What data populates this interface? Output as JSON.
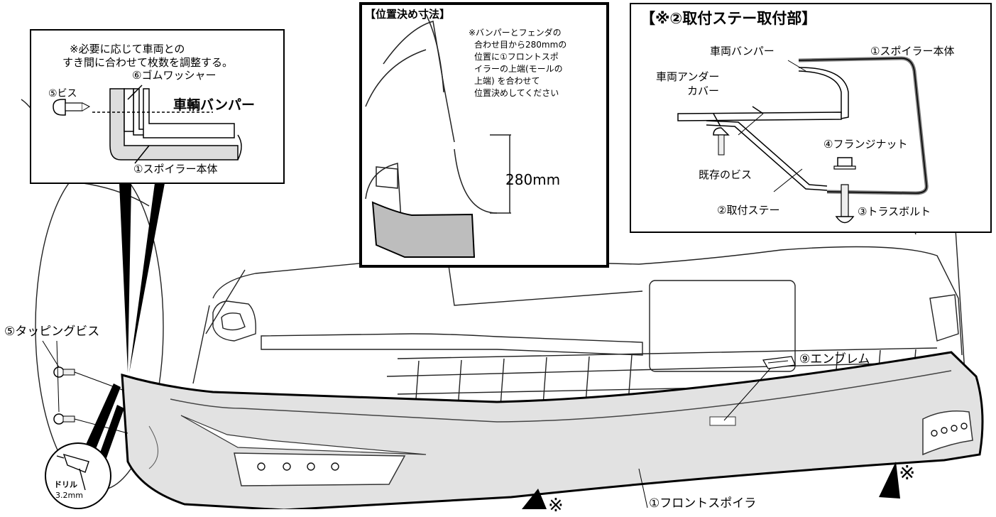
{
  "inset_left": {
    "note_line1": "※必要に応じて車両との",
    "note_line2": "すき間に合わせて枚数を調整する。",
    "rubber_washer": "⑥ゴムワッシャー",
    "screw": "⑤ビス",
    "vehicle_bumper": "車輌バンパー",
    "spoiler_body": "①スポイラー本体"
  },
  "inset_center": {
    "title": "【位置決め寸法】",
    "note_lines": [
      "※バンパーとフェンダの",
      "合わせ目から280mmの",
      "位置に①フロントスポ",
      "イラーの上端(モールの",
      "上端) を合わせて",
      "位置決めしてください"
    ],
    "dimension": "280mm"
  },
  "inset_right": {
    "title": "【※②取付ステー取付部】",
    "vehicle_bumper": "車両バンパー",
    "spoiler_body": "①スポイラー本体",
    "under_cover_line1": "車両アンダー",
    "under_cover_line2": "カバー",
    "flange_nut": "④フランジナット",
    "existing_screw": "既存のビス",
    "mounting_stay": "②取付ステー",
    "truss_bolt": "③トラスボルト"
  },
  "main": {
    "tapping_screw": "⑤タッピングビス",
    "emblem": "⑨エンブレム",
    "front_spoiler": "①フロントスポイラ",
    "drill_line1": "ドリル",
    "drill_line2": "3.2mm",
    "marker": "▲※"
  }
}
